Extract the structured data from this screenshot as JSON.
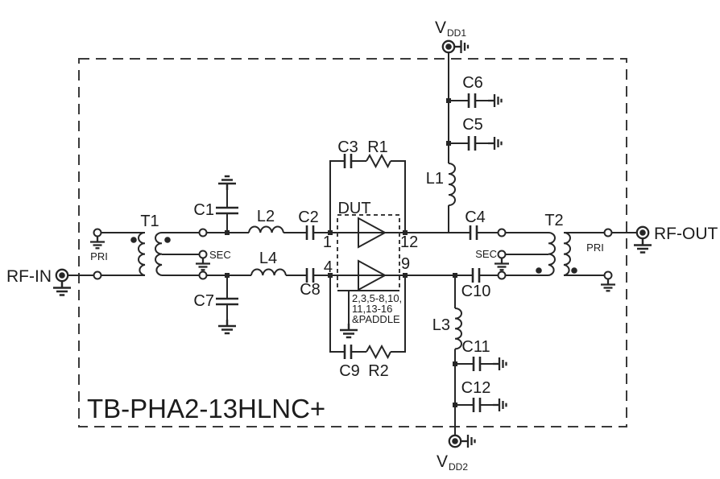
{
  "title": "TB-PHA2-13HLNC+",
  "ports": {
    "rf_in": "RF-IN",
    "rf_out": "RF-OUT",
    "vdd1_main": "V",
    "vdd1_sub": "DD1",
    "vdd2_main": "V",
    "vdd2_sub": "DD2"
  },
  "transformers": {
    "t1": "T1",
    "t1_pri": "PRI",
    "t1_sec": "SEC",
    "t2": "T2",
    "t2_pri": "PRI",
    "t2_sec": "SEC"
  },
  "dut": {
    "label": "DUT",
    "pin_in_top": "1",
    "pin_out_top": "12",
    "pin_in_bot": "4",
    "pin_out_bot": "9",
    "gnd_line1": "2,3,5-8,10,",
    "gnd_line2": "11,13-16",
    "gnd_line3": "&PADDLE"
  },
  "components": {
    "c1": "C1",
    "c2": "C2",
    "c3": "C3",
    "c4": "C4",
    "c5": "C5",
    "c6": "C6",
    "c7": "C7",
    "c8": "C8",
    "c9": "C9",
    "c10": "C10",
    "c11": "C11",
    "c12": "C12",
    "r1": "R1",
    "r2": "R2",
    "l1": "L1",
    "l2": "L2",
    "l3": "L3",
    "l4": "L4"
  },
  "colors": {
    "line": "#262626",
    "background": "#ffffff"
  }
}
